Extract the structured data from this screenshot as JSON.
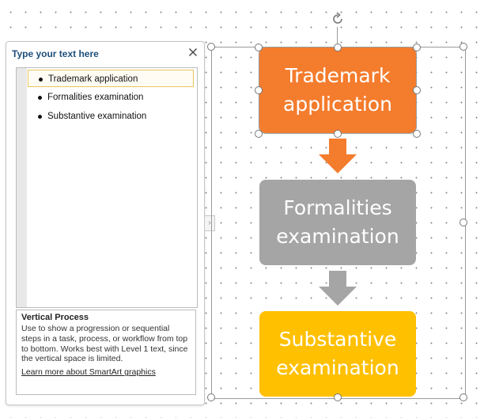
{
  "text_pane": {
    "title": "Type your text here",
    "items": [
      {
        "label": "Trademark application",
        "selected": true
      },
      {
        "label": "Formalities examination",
        "selected": false
      },
      {
        "label": "Substantive examination",
        "selected": false
      }
    ],
    "description_title": "Vertical Process",
    "description_text": "Use to show a progression or sequential steps in a task, process, or workflow from top to bottom. Works best with Level 1 text, since the vertical space is limited.",
    "learn_more_link": "Learn more about SmartArt graphics"
  },
  "diagram": {
    "shapes": [
      {
        "label": "Trademark application",
        "color": "#f47c2d"
      },
      {
        "label": "Formalities examination",
        "color": "#a5a5a5"
      },
      {
        "label": "Substantive examination",
        "color": "#ffc000"
      }
    ],
    "arrow_colors": [
      "#f47c2d",
      "#a5a5a5"
    ]
  }
}
